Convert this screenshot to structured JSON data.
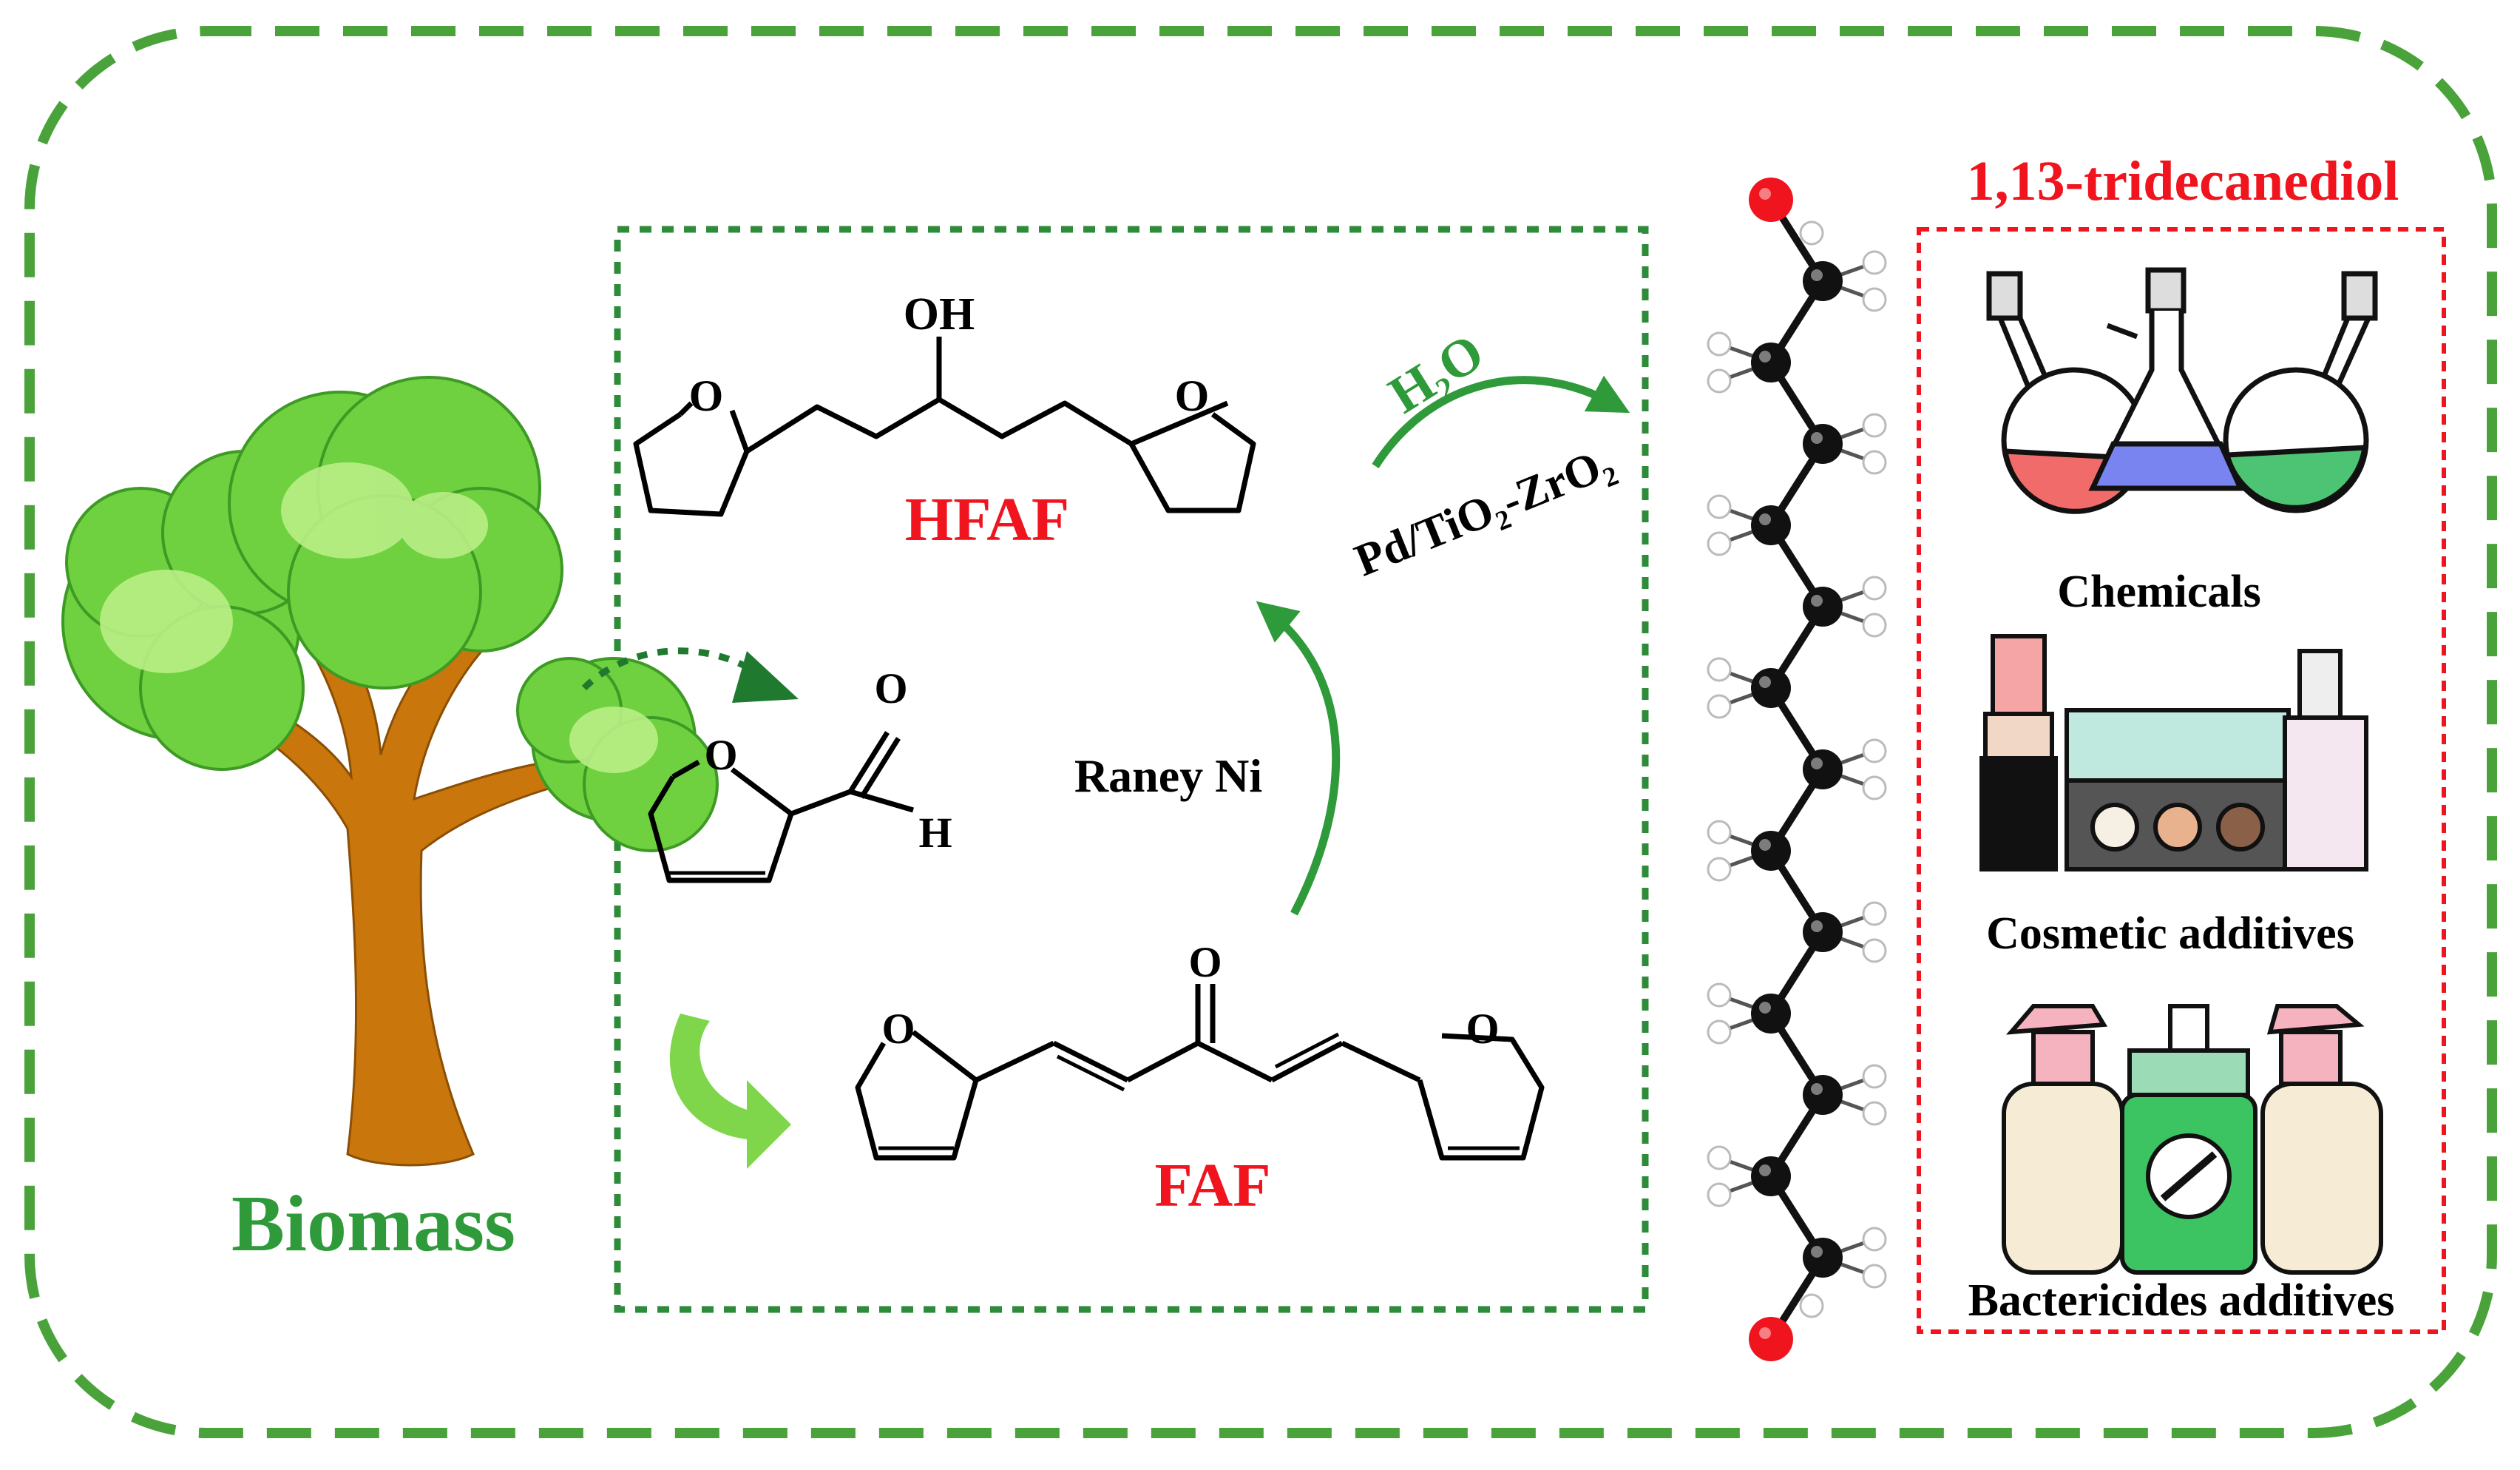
{
  "labels": {
    "biomass": "Biomass",
    "hfaf": "HFAF",
    "faf": "FAF",
    "raney": "Raney Ni",
    "water": "H₂O",
    "catalyst": "Pd/TiO₂-ZrO₂",
    "product": "1,13-tridecanediol",
    "oh": "OH",
    "o": "O",
    "h": "H"
  },
  "applications": [
    "Chemicals",
    "Cosmetic additives",
    "Bactericides additives"
  ],
  "colors": {
    "frame": "#4aa33a",
    "dotted": "#2e8b3a",
    "red": "#f0141e",
    "green_text": "#2f9a3a",
    "arrow": "#2f9a3a",
    "trunk": "#c9760c",
    "leaf": "#6fd13f",
    "leaf_light": "#b9ee86"
  }
}
